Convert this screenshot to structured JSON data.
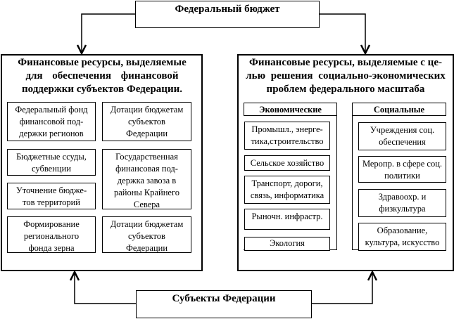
{
  "top_box": {
    "label": "Федеральный бюджет"
  },
  "bottom_box": {
    "label": "Субъекты Федерации"
  },
  "left_panel": {
    "title_lines": [
      "Финансовые ресурсы, выделяемые",
      "для обеспечения финансовой",
      "поддержки субъектов Федерации."
    ],
    "items_left": [
      {
        "lines": [
          "Федеральный фонд",
          "финансовой под-",
          "держки регионов"
        ]
      },
      {
        "lines": [
          "Бюджетные ссуды,",
          "субвенции"
        ]
      },
      {
        "lines": [
          "Уточнение бюдже-",
          "тов территорий"
        ]
      },
      {
        "lines": [
          "Формирование",
          "регионального",
          "фонда зерна"
        ]
      }
    ],
    "items_right": [
      {
        "lines": [
          "Дотации бюджетам",
          "субъектов",
          "Федерации"
        ]
      },
      {
        "lines": [
          "Государственная",
          "финансовая под-",
          "держка завоза в",
          "районы Крайнего",
          "Севера"
        ]
      },
      {
        "lines": [
          "Дотации бюджетам",
          "субъектов",
          "Федерации"
        ]
      }
    ]
  },
  "right_panel": {
    "title_lines": [
      "Финансовые ресурсы, выделяемые с це-",
      "лью решения социально-экономических",
      "проблем федерального масштаба"
    ],
    "economic": {
      "header": "Экономические",
      "items": [
        {
          "lines": [
            "Промышл., энерге-",
            "тика,строительство"
          ]
        },
        {
          "lines": [
            "Сельское хозяйство"
          ]
        },
        {
          "lines": [
            "Транспорт, дороги,",
            "связь, информатика"
          ]
        },
        {
          "lines": [
            "Рыночн. инфрастр."
          ]
        },
        {
          "lines": [
            "Экология"
          ]
        }
      ]
    },
    "social": {
      "header": "Социальные",
      "items": [
        {
          "lines": [
            "Учреждения соц.",
            "обеспечения"
          ]
        },
        {
          "lines": [
            "Меропр. в сфере соц.",
            "политики"
          ]
        },
        {
          "lines": [
            "Здравоохр. и",
            "физкультура"
          ]
        },
        {
          "lines": [
            "Образование,",
            "культура, искусство"
          ]
        }
      ]
    }
  }
}
